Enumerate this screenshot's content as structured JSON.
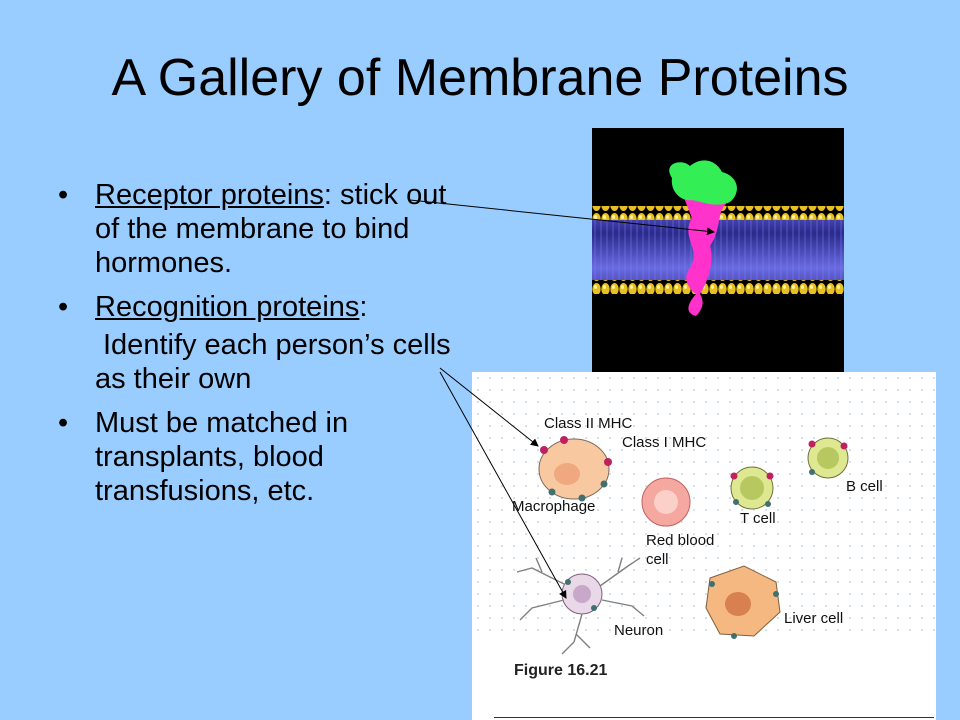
{
  "slide": {
    "title": "A Gallery of Membrane Proteins",
    "bullets": [
      {
        "heading": "Receptor proteins",
        "suffix": ":",
        "text": "stick out of the membrane to bind hormones."
      },
      {
        "heading": "Recognition proteins",
        "suffix": ":",
        "text": "Identify each person’s cells as their own"
      },
      {
        "heading": "",
        "suffix": "",
        "text": "Must be matched in transplants, blood transfusions, etc."
      }
    ],
    "bullet_char": "•"
  },
  "figure": {
    "labels": {
      "class2": "Class II MHC",
      "class1": "Class I MHC",
      "macrophage": "Macrophage",
      "rbc1": "Red blood",
      "rbc2": "cell",
      "tcell": "T cell",
      "bcell": "B cell",
      "neuron": "Neuron",
      "liver": "Liver cell"
    },
    "caption": "Figure 16.21"
  },
  "colors": {
    "background": "#99ccff",
    "receptor_protein": "#ff33cc",
    "ligand": "#33ee55",
    "lipid_head": "#e8c020",
    "bilayer_core": "#3a3aa0"
  }
}
